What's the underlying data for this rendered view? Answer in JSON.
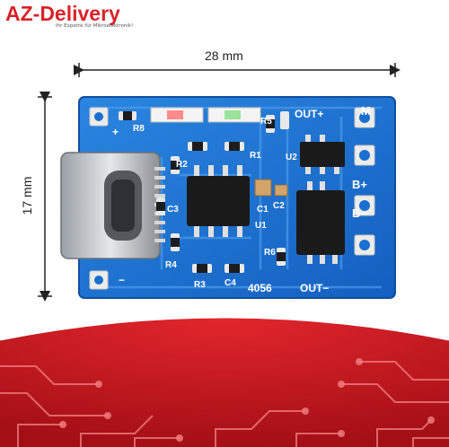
{
  "brand": {
    "name": "AZ-Delivery",
    "tagline": "Ihr Experte für Mikroelektronik!"
  },
  "dimensions": {
    "width": "28 mm",
    "height": "17 mm"
  },
  "silkscreen": {
    "chip_label": "4056",
    "out_plus": "OUT+",
    "out_minus": "OUT−",
    "b_plus": "B+",
    "b_minus": "B−",
    "m": "M",
    "plus": "+",
    "minus": "−",
    "r1": "R1",
    "r2": "R2",
    "r3": "R3",
    "r4": "R4",
    "r5": "R5",
    "r6": "R6",
    "c1": "C1",
    "c2": "C2",
    "c3": "C3",
    "c4": "C4",
    "u1": "U1",
    "u2": "U2"
  },
  "colors": {
    "brand_red": "#d8232a",
    "pcb_blue": "#1a6fd0",
    "pcb_trace": "#3d8fe6",
    "pad": "#e8e8e8",
    "chip": "#1a1a1a",
    "background_red": "#c8141b"
  }
}
